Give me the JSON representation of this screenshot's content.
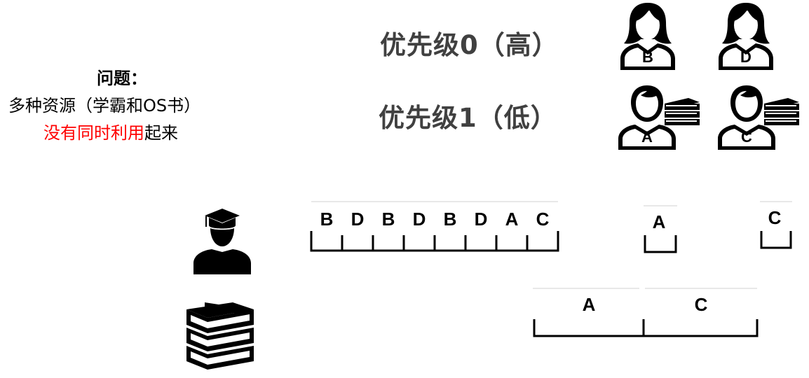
{
  "problem": {
    "title": "问题：",
    "line1": "多种资源（学霸和OS书）",
    "line2_red": "没有同时利用",
    "line2_tail": "起来"
  },
  "priority": {
    "high": "优先级0（高）",
    "low": "优先级1（低）"
  },
  "people": {
    "high": [
      "B",
      "D"
    ],
    "low": [
      "A",
      "C"
    ]
  },
  "timeline": {
    "tutor_row": [
      "B",
      "D",
      "B",
      "D",
      "B",
      "D",
      "A",
      "C"
    ],
    "tutor_extra_1": "A",
    "tutor_extra_2": "C",
    "book_row": [
      "A",
      "C"
    ]
  },
  "colors": {
    "title_gray": "#404040",
    "highlight_red": "#ff0000"
  }
}
